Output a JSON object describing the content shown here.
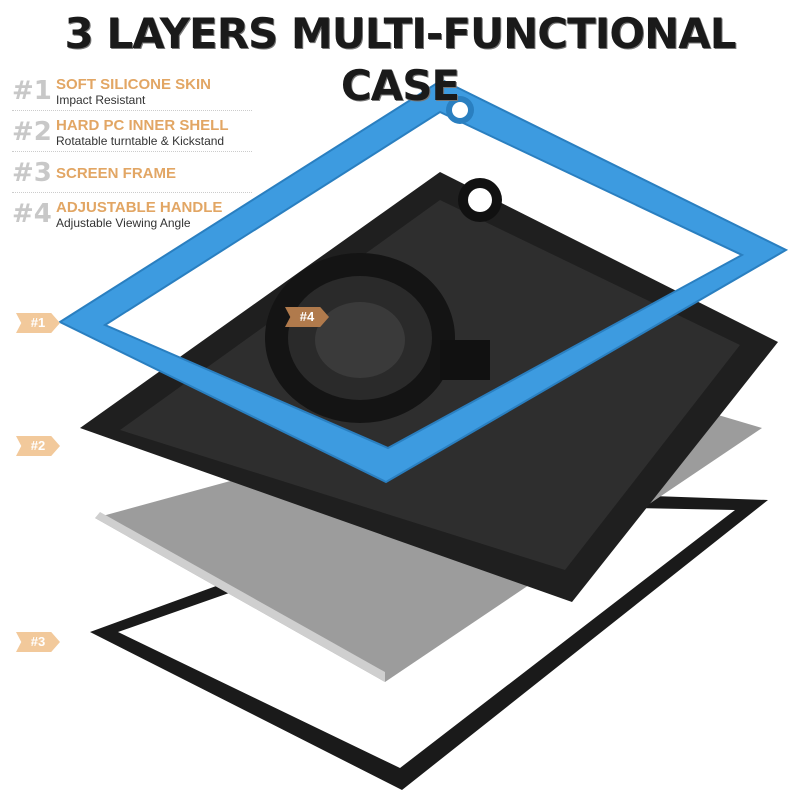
{
  "title": "3 LAYERS MULTI-FUNCTIONAL CASE",
  "features": [
    {
      "number": "#1",
      "heading": "SOFT SILICONE SKIN",
      "sub": "Impact Resistant"
    },
    {
      "number": "#2",
      "heading": "HARD PC INNER SHELL",
      "sub": "Rotatable turntable & Kickstand"
    },
    {
      "number": "#3",
      "heading": "SCREEN FRAME",
      "sub": ""
    },
    {
      "number": "#4",
      "heading": "ADJUSTABLE HANDLE",
      "sub": "Adjustable Viewing Angle"
    }
  ],
  "callouts": [
    "#1",
    "#2",
    "#3",
    "#4"
  ],
  "colors": {
    "accent": "#e2a664",
    "silicone": "#3d9be0",
    "shell": "#1c1c1c",
    "tablet": "#9a9a9a"
  }
}
